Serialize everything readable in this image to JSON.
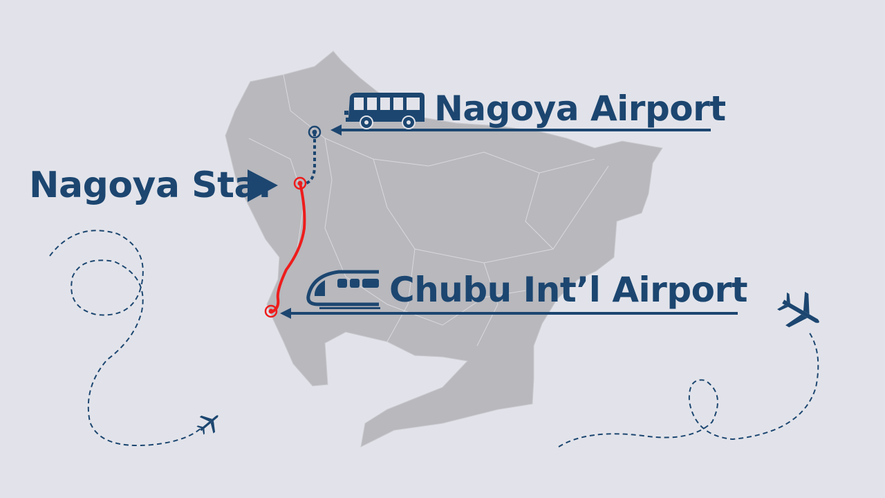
{
  "destinations": {
    "nagoya_airport": {
      "label": "Nagoya Airport",
      "transport_icon": "bus-icon"
    },
    "chubu_airport": {
      "label": "Chubu Int’l Airport",
      "transport_icon": "train-icon"
    },
    "nagoya_station": {
      "label": "Nagoya Sta.",
      "marker_icon": "triangle-pointer-icon"
    }
  },
  "colors": {
    "background": "#e2e3ea",
    "map_land": "#b8b8bd",
    "primary_navy": "#1c4670",
    "route_red": "#ee1c1c"
  },
  "decorations": [
    "airplane-icon",
    "airplane-icon"
  ]
}
